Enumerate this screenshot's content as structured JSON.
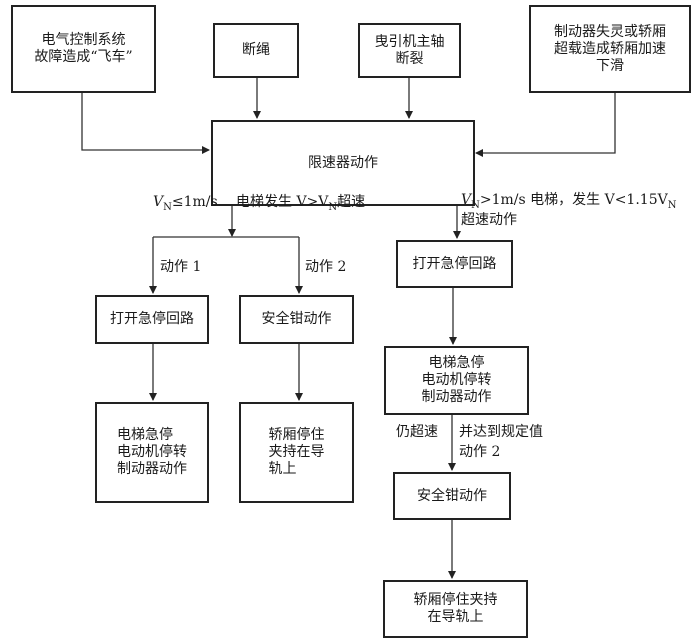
{
  "title": "限速器动作流程图",
  "causes": [
    {
      "id": "cause-control-failure",
      "lines": [
        "电气控制系统",
        "故障造成“飞车”"
      ]
    },
    {
      "id": "cause-rope-break",
      "lines": [
        "断绳"
      ]
    },
    {
      "id": "cause-shaft-break",
      "lines": [
        "曳引机主轴",
        "断裂"
      ]
    },
    {
      "id": "cause-brake-failure",
      "lines": [
        "制动器失灵或轿厢",
        "超载造成轿厢加速",
        "下滑"
      ]
    }
  ],
  "governor": {
    "label": "限速器动作"
  },
  "left_branch": {
    "condition_prefix": "V",
    "condition_sub": "N",
    "condition_rest": "≤1m/s",
    "condition_desc_pre": "电梯发生 V>V",
    "condition_desc_sub": "N",
    "condition_desc_post": "超速",
    "action1_label": "动作 1",
    "action2_label": "动作 2",
    "box_open_circuit": "打开急停回路",
    "box_safety_gear": "安全钳动作",
    "box_stop": [
      "电梯急停",
      "电动机停转",
      "制动器动作"
    ],
    "box_car_hold": [
      "轿厢停住",
      "夹持在导",
      "轨上"
    ]
  },
  "right_branch": {
    "condition_line1_pre": "V",
    "condition_line1_sub": "N",
    "condition_line1_post": ">1m/s 电梯，发生 V<1.15V",
    "condition_line1_sub2": "N",
    "condition_line2": "超速动作",
    "box_open_circuit": "打开急停回路",
    "box_stop": [
      "电梯急停",
      "电动机停转",
      "制动器动作"
    ],
    "still_overspeed": "仍超速",
    "reach_value": "并达到规定值",
    "action2_label": "动作 2",
    "box_safety_gear": "安全钳动作",
    "box_car_hold": [
      "轿厢停住夹持",
      "在导轨上"
    ]
  }
}
